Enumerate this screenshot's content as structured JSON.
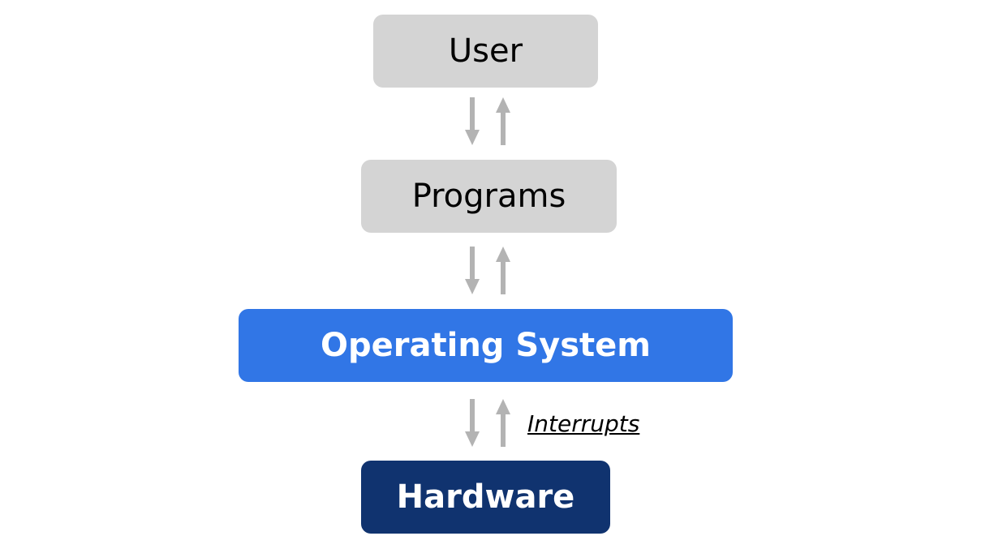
{
  "diagram": {
    "nodes": {
      "user": "User",
      "programs": "Programs",
      "operating_system": "Operating System",
      "hardware": "Hardware"
    },
    "edges": [
      {
        "from": "user",
        "to": "programs",
        "direction": "bidirectional"
      },
      {
        "from": "programs",
        "to": "operating_system",
        "direction": "bidirectional"
      },
      {
        "from": "operating_system",
        "to": "hardware",
        "direction": "bidirectional",
        "label": "Interrupts"
      }
    ],
    "colors": {
      "light_box": "#d4d4d4",
      "os_box": "#3176e6",
      "hardware_box": "#10336f",
      "arrow": "#b3b3b3"
    }
  }
}
